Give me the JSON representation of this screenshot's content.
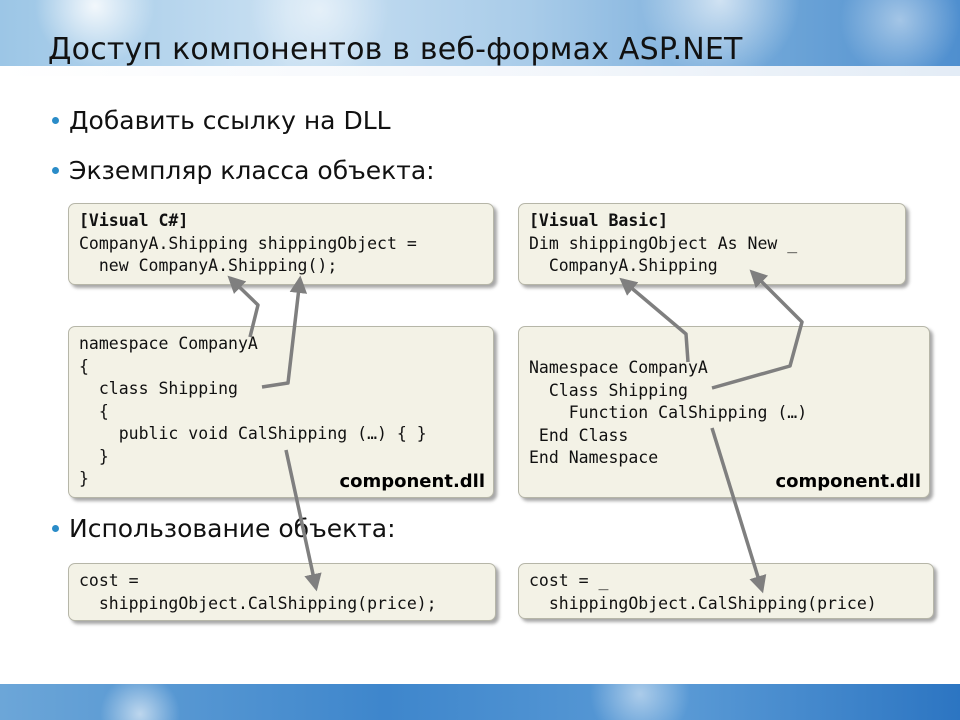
{
  "title": "Доступ компонентов в веб-формах ASP.NET",
  "bullets": [
    "Добавить ссылку на DLL",
    "Экземпляр класса объекта:",
    "Использование объекта:"
  ],
  "csharp_instance": [
    "[Visual C#]",
    "CompanyA.Shipping shippingObject =",
    "  new CompanyA.Shipping();"
  ],
  "vb_instance": [
    "[Visual Basic]",
    "Dim shippingObject As New _",
    "  CompanyA.Shipping"
  ],
  "csharp_component": [
    "namespace CompanyA",
    "{",
    "  class Shipping",
    "  {",
    "    public void CalShipping (…) { }",
    "  }",
    "}"
  ],
  "vb_component": [
    "Namespace CompanyA",
    "  Class Shipping",
    "    Function CalShipping (…)",
    " End Class",
    "End Namespace"
  ],
  "component_label": "component.dll",
  "csharp_usage": [
    "cost =",
    "  shippingObject.CalShipping(price);"
  ],
  "vb_usage": [
    "cost = _",
    "  shippingObject.CalShipping(price)"
  ],
  "colors": {
    "box_bg": "#f3f2e6",
    "arrow": "#7f7f7f",
    "bullet": "#2a8cc8"
  }
}
